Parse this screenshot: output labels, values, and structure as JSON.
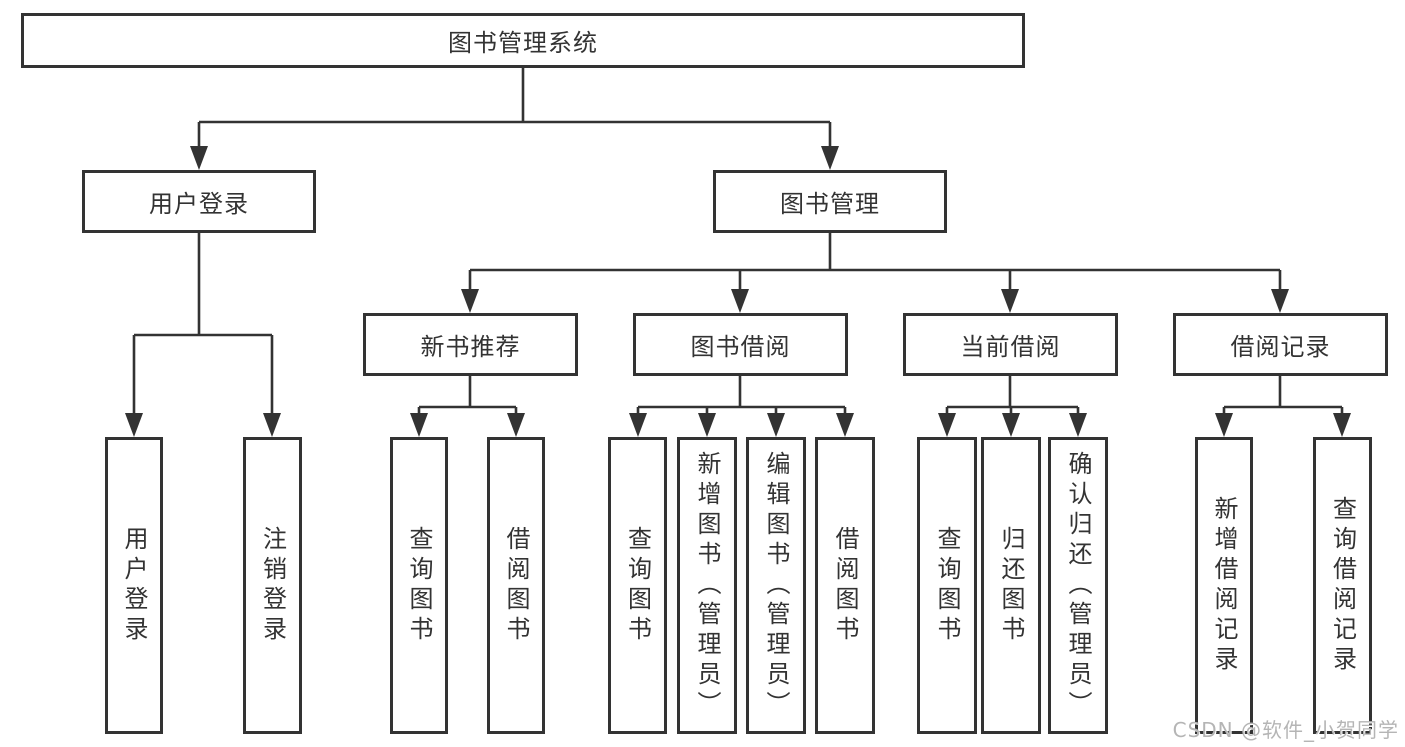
{
  "tree": {
    "label": "图书管理系统",
    "children": [
      {
        "label": "用户登录",
        "children": [
          {
            "label": "用户登录"
          },
          {
            "label": "注销登录"
          }
        ]
      },
      {
        "label": "图书管理",
        "children": [
          {
            "label": "新书推荐",
            "children": [
              {
                "label": "查询图书"
              },
              {
                "label": "借阅图书"
              }
            ]
          },
          {
            "label": "图书借阅",
            "children": [
              {
                "label": "查询图书"
              },
              {
                "label": "新增图书（管理员）"
              },
              {
                "label": "编辑图书（管理员）"
              },
              {
                "label": "借阅图书"
              }
            ]
          },
          {
            "label": "当前借阅",
            "children": [
              {
                "label": "查询图书"
              },
              {
                "label": "归还图书"
              },
              {
                "label": "确认归还（管理员）"
              }
            ]
          },
          {
            "label": "借阅记录",
            "children": [
              {
                "label": "新增借阅记录"
              },
              {
                "label": "查询借阅记录"
              }
            ]
          }
        ]
      }
    ]
  },
  "watermark": {
    "text": "CSDN @软件_小贺同学"
  },
  "colors": {
    "line": "#333333",
    "text": "#333333",
    "box_bg": "#ffffff",
    "watermark": "#b5b5b5"
  }
}
